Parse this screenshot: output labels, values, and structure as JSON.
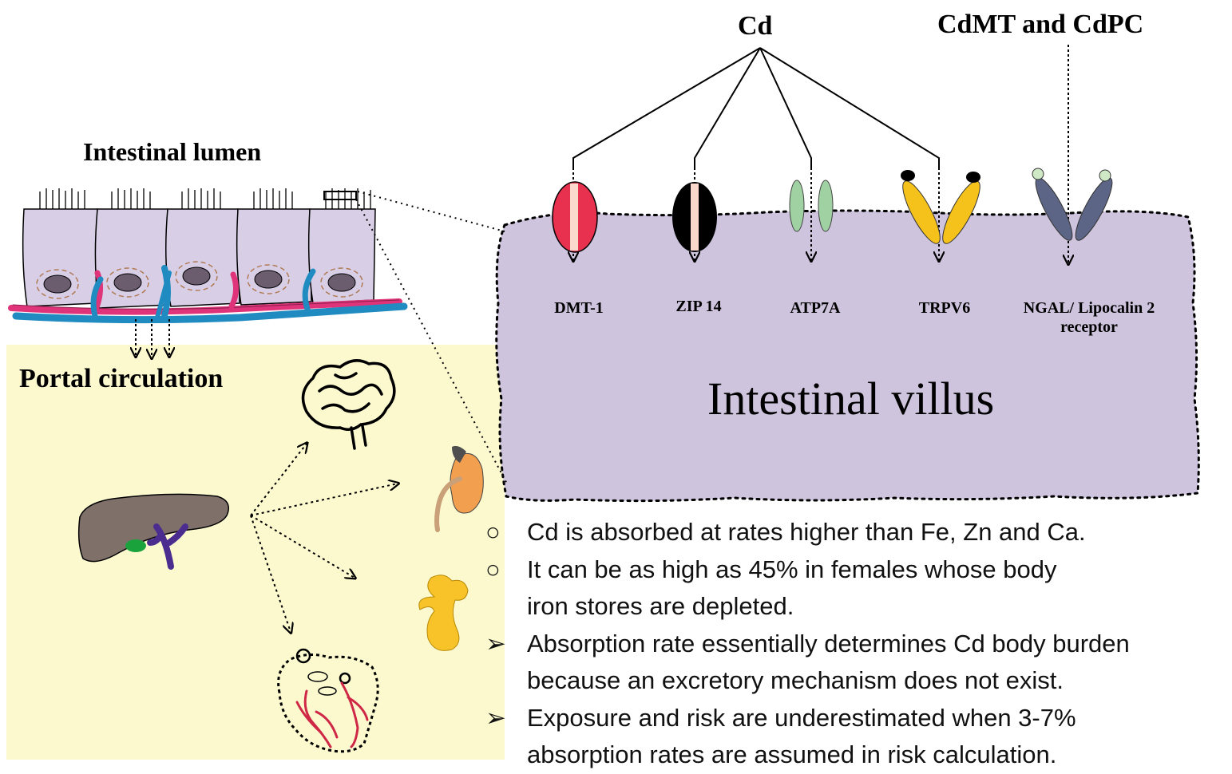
{
  "labels": {
    "cd": "Cd",
    "cdmt_cdpc": "CdMT and CdPC",
    "intestinal_lumen": "Intestinal lumen",
    "portal_circulation": "Portal circulation",
    "intestinal_villus": "Intestinal villus"
  },
  "transporters": [
    {
      "label": "DMT-1",
      "color": "#e8314f"
    },
    {
      "label": "ZIP 14",
      "color": "#000000"
    },
    {
      "label": "ATP7A",
      "color": "#9fd1a3"
    },
    {
      "label": "TRPV6",
      "color": "#f5c21b"
    },
    {
      "label": "NGAL/ Lipocalin 2\nreceptor",
      "color": "#5c6585"
    }
  ],
  "bullets": [
    {
      "marker": "○",
      "lines": [
        "Cd is absorbed at rates higher than Fe, Zn and Ca."
      ]
    },
    {
      "marker": "○",
      "lines": [
        "It can be as high as 45% in females whose body",
        "iron stores are depleted."
      ]
    },
    {
      "marker": "➢",
      "lines": [
        "Absorption rate essentially determines Cd body burden",
        "because an excretory mechanism does not exist."
      ]
    },
    {
      "marker": "➢",
      "lines": [
        "Exposure and risk are underestimated when 3-7%",
        "absorption rates are assumed in risk calculation."
      ]
    }
  ],
  "colors": {
    "portal_bg": "#fcf9cf",
    "villus_fill": "#cfc4de",
    "cell_fill": "#d8cfe6",
    "liver": "#7f7069",
    "kidney": "#f29f4f",
    "bone": "#f7c328",
    "vessel_blue": "#1f8bc0",
    "vessel_pink": "#e0347a"
  }
}
